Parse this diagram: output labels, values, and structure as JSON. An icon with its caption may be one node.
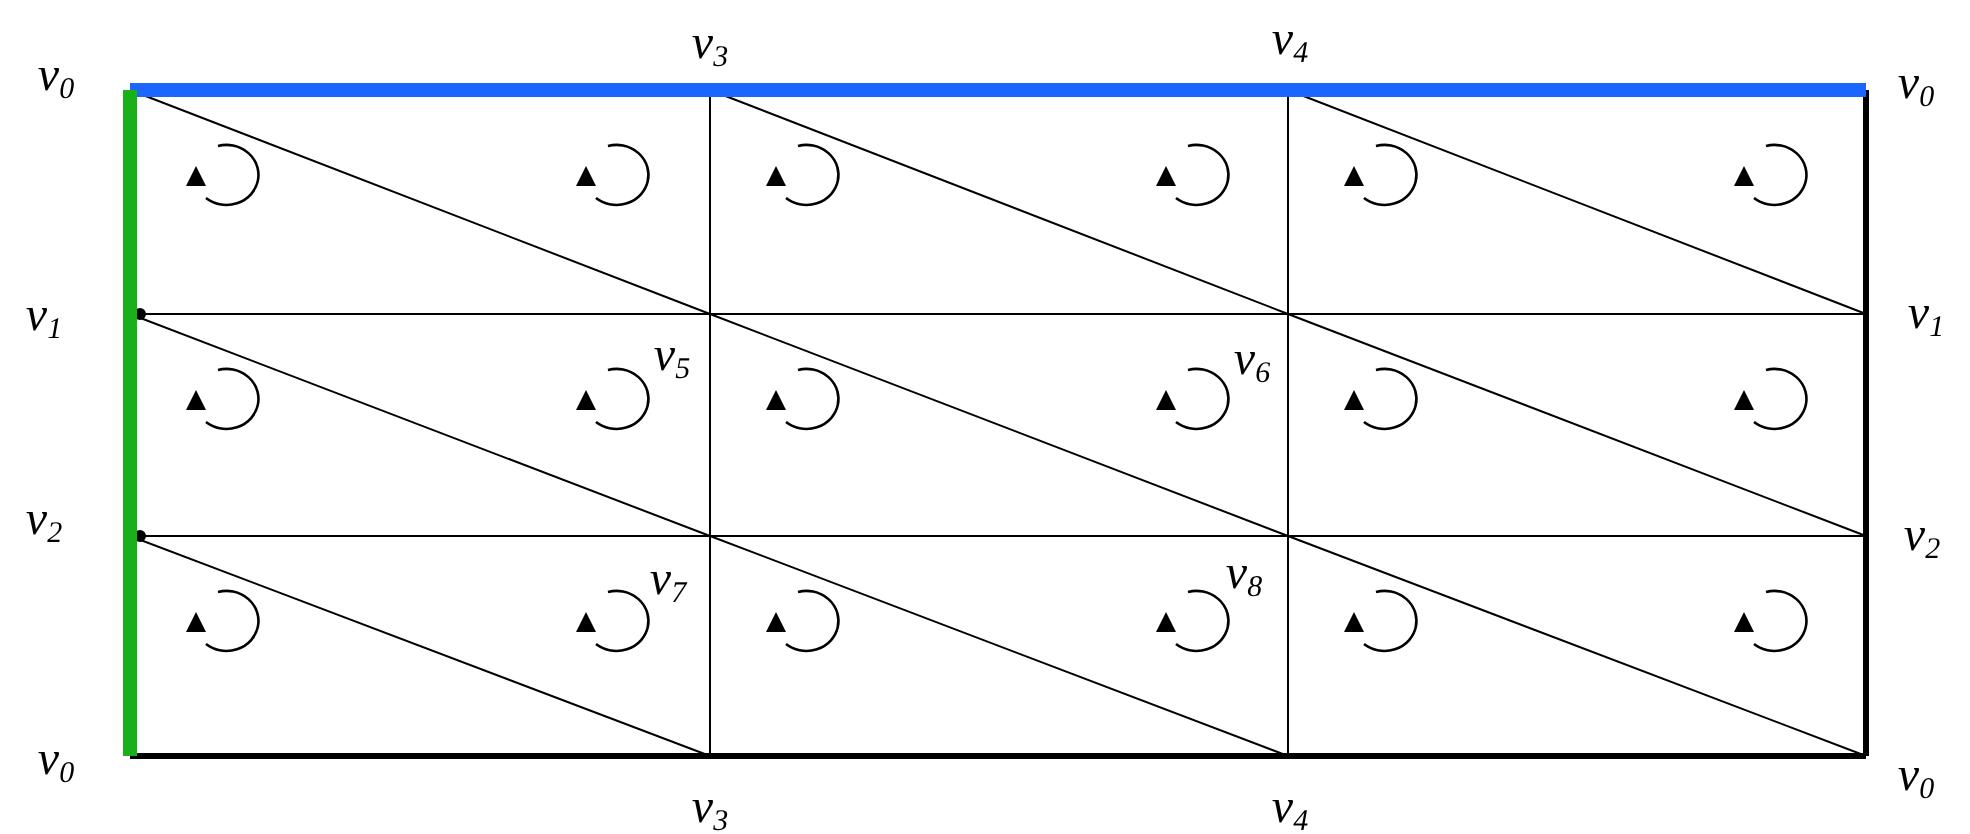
{
  "diagram": {
    "labels": [
      "v$_{0}$",
      "v$_{3}$",
      "v$_{4}$",
      "v$_{0}$",
      "v$_{1}$",
      "v$_{5}$",
      "v$_{6}$",
      "v$_{1}$",
      "v$_{2}$",
      "v$_{7}$",
      "v$_{8}$",
      "v$_{2}$",
      "v$_{0}$",
      "v$_{3}$",
      "v$_{4}$",
      "v$_{0}$"
    ]
  }
}
